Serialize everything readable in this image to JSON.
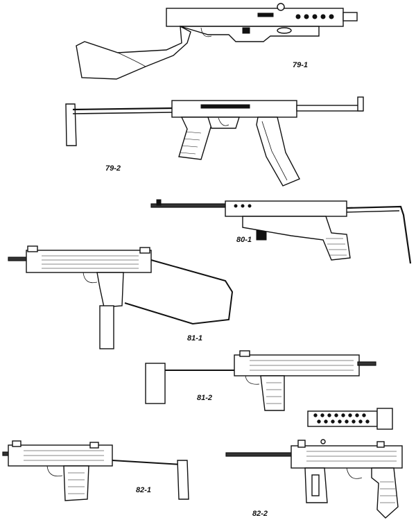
{
  "figures": [
    {
      "id": "79-1",
      "caption": "79-1"
    },
    {
      "id": "79-2",
      "caption": "79-2"
    },
    {
      "id": "80-1",
      "caption": "80-1"
    },
    {
      "id": "81-1",
      "caption": "81-1"
    },
    {
      "id": "81-2",
      "caption": "81-2"
    },
    {
      "id": "82-1",
      "caption": "82-1"
    },
    {
      "id": "82-2",
      "caption": "82-2"
    }
  ]
}
